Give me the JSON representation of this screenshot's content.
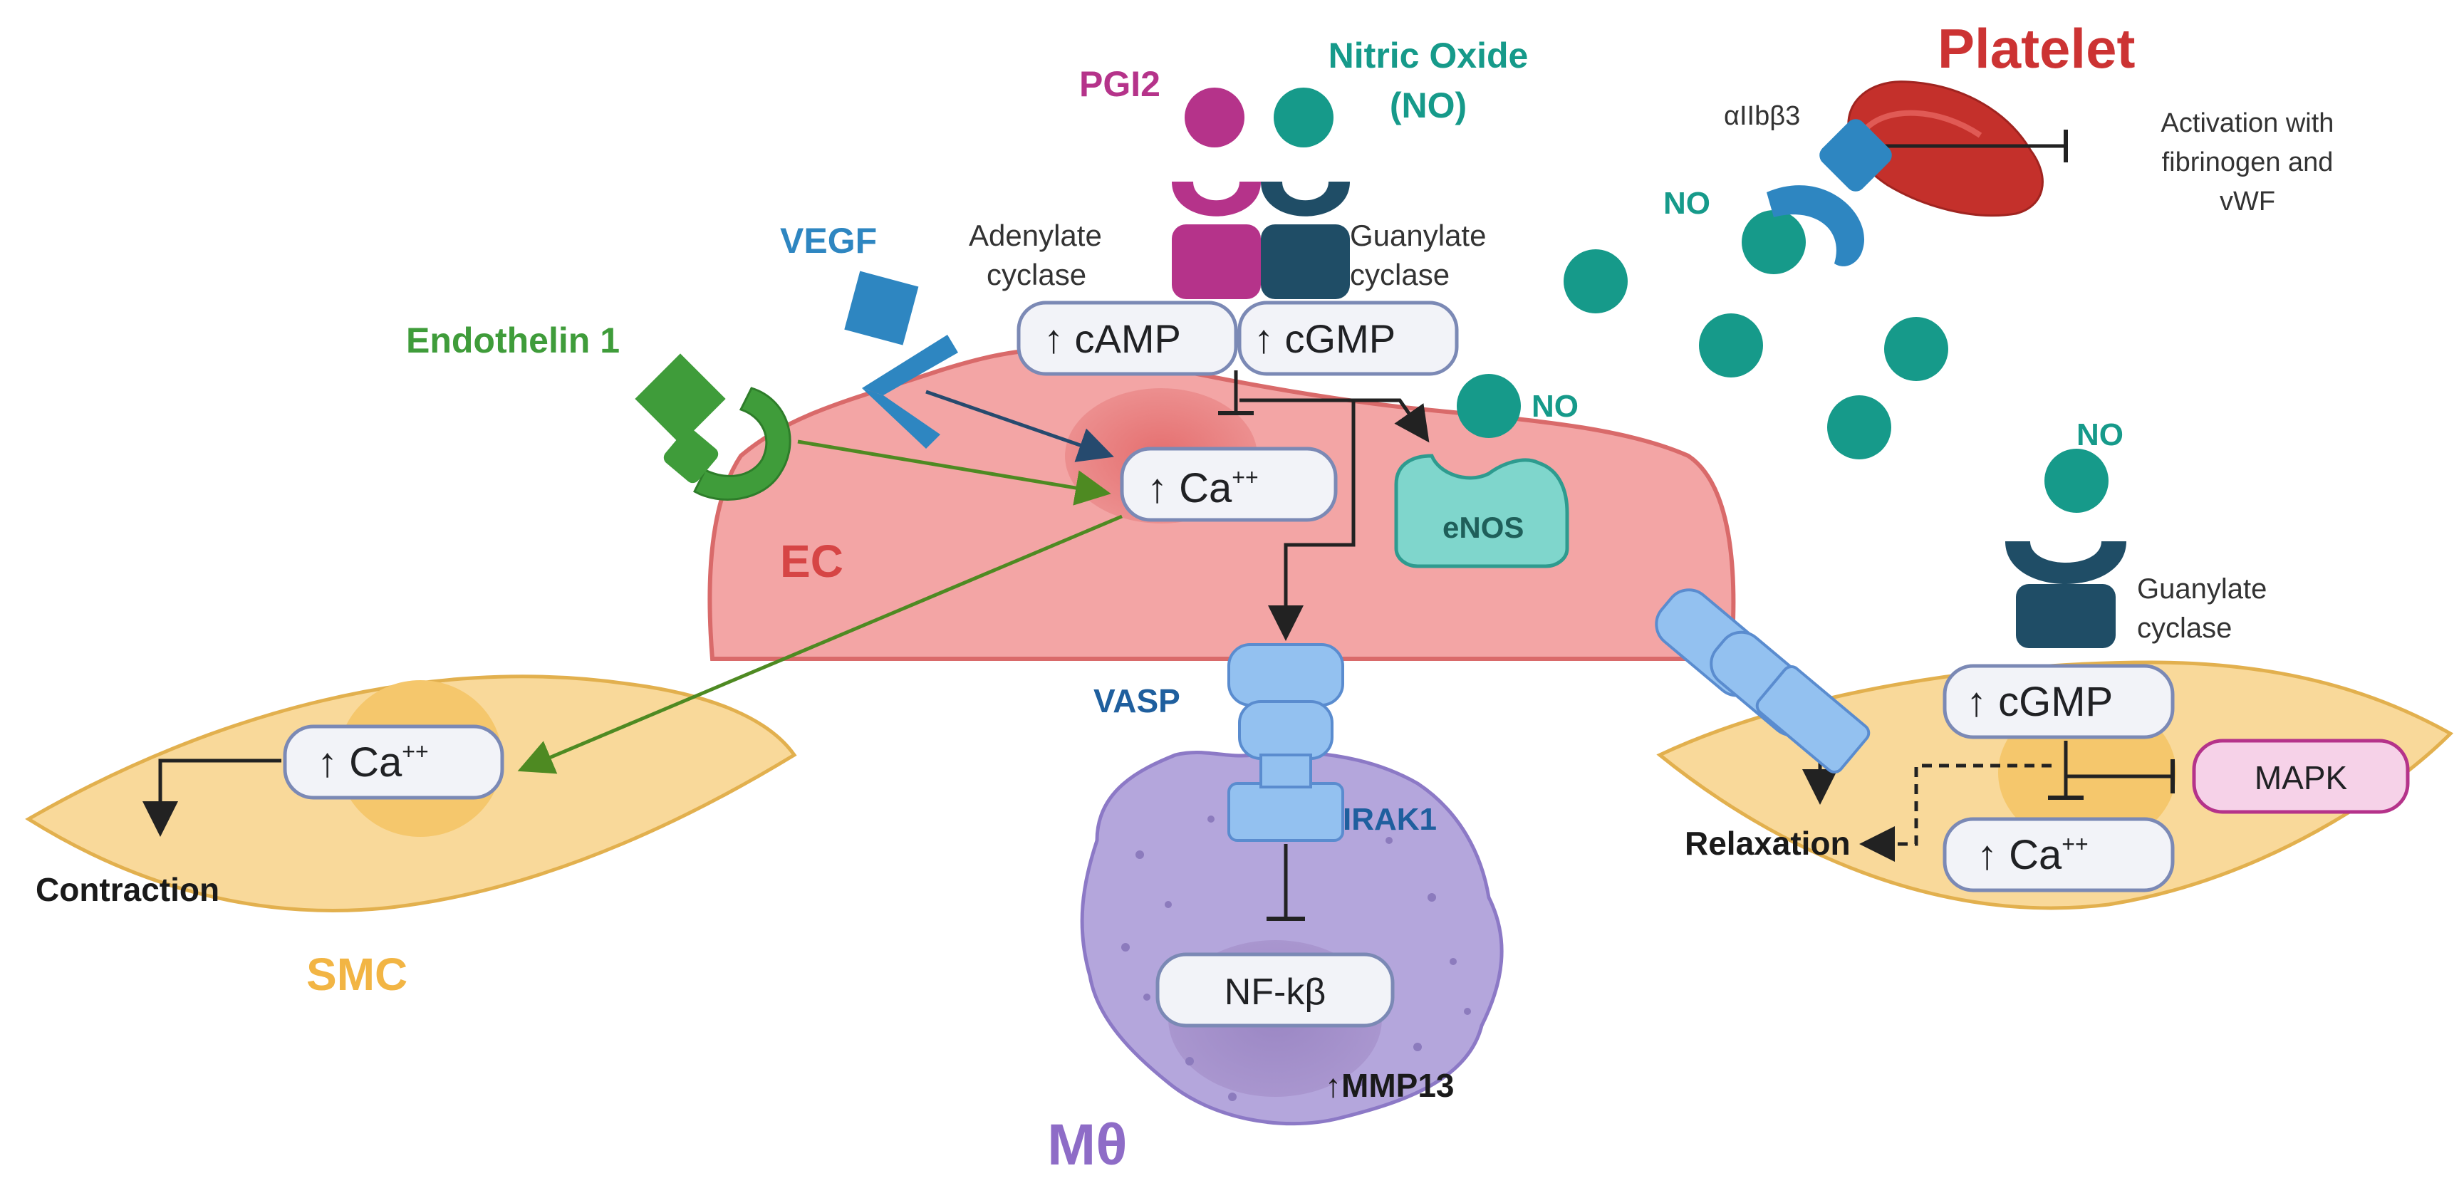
{
  "colors": {
    "pgi2": "#b5338a",
    "no": "#169a8a",
    "vegf": "#2e86c1",
    "endothelin": "#3f9c3a",
    "platelet": "#cc3333",
    "ec_label": "#d64545",
    "smc_label": "#f2b544",
    "mtheta_label": "#8e6cc7",
    "vasp": "#1f5f9e",
    "text_dark": "#1a1a1a",
    "text_mid": "#333333"
  },
  "labels": {
    "pgi2": "PGI2",
    "nitric_oxide": "Nitric Oxide",
    "nitric_oxide_abbr": "(NO)",
    "vegf": "VEGF",
    "endothelin": "Endothelin 1",
    "adenylate_cyclase_line1": "Adenylate",
    "adenylate_cyclase_line2": "cyclase",
    "guanylate_cyclase_line1": "Guanylate",
    "guanylate_cyclase_line2": "cyclase",
    "camp": "↑ cAMP",
    "cgmp": "↑ cGMP",
    "ca_ec": "↑ Ca",
    "ca_sup": "++",
    "enos": "eNOS",
    "no_enos": "NO",
    "ec": "EC",
    "platelet": "Platelet",
    "integrin": "αIIbβ3",
    "activation_line1": "Activation with",
    "activation_line2": "fibrinogen and",
    "activation_line3": "vWF",
    "no_platelet": "NO",
    "no_smc": "NO",
    "guanylate_smc_line1": "Guanylate",
    "guanylate_smc_line2": "cyclase",
    "cgmp_smc": "↑ cGMP",
    "mapk": "MAPK",
    "ca_smc_right": "↑ Ca",
    "relaxation": "Relaxation",
    "ca_smc_left": "↑ Ca",
    "contraction": "Contraction",
    "smc": "SMC",
    "vasp": "VASP",
    "irak1": "IRAK1",
    "nfkb": "NF-kβ",
    "mmp13": "↑MMP13",
    "mtheta": "Mθ"
  }
}
